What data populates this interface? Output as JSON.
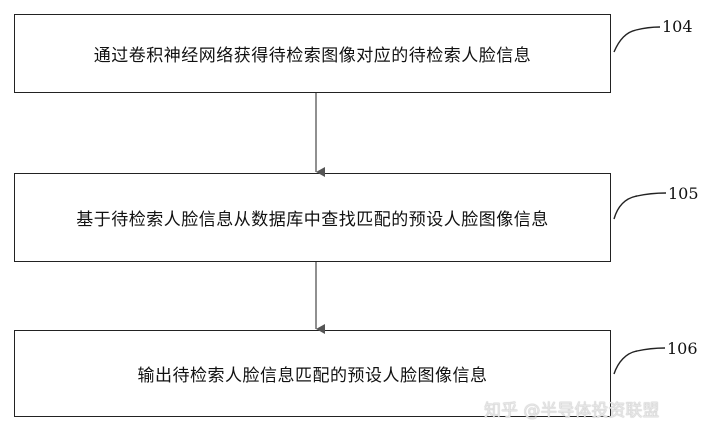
{
  "flowchart": {
    "steps": [
      {
        "ref": "104",
        "text": "通过卷积神经网络获得待检索图像对应的待检索人脸信息"
      },
      {
        "ref": "105",
        "text": "基于待检索人脸信息从数据库中查找匹配的预设人脸图像信息"
      },
      {
        "ref": "106",
        "text": "输出待检索人脸信息匹配的预设人脸图像信息"
      }
    ]
  },
  "watermark": {
    "text": "知乎 @半导体投资联盟"
  },
  "colors": {
    "line": "#222222",
    "arrow": "#555555",
    "background": "#ffffff"
  }
}
